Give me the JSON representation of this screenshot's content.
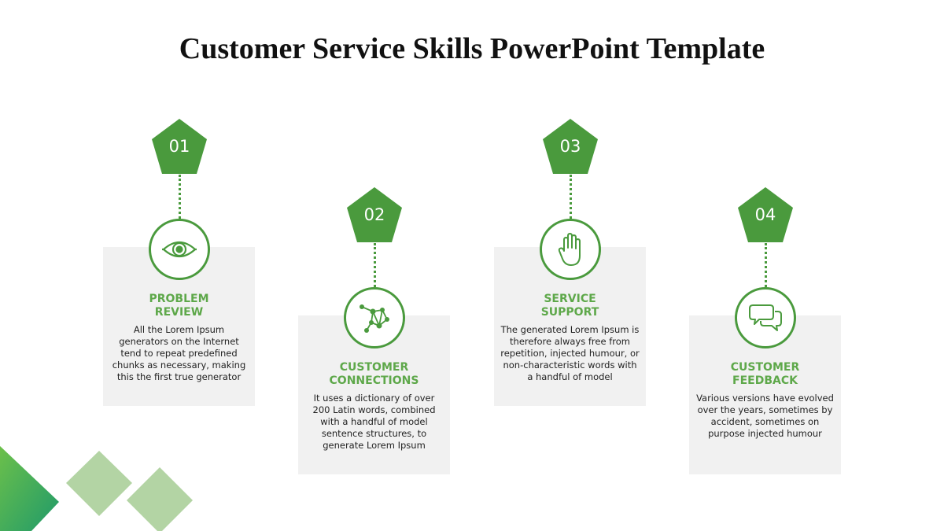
{
  "title": "Customer Service Skills PowerPoint Template",
  "colors": {
    "accent": "#4a9a3d",
    "accent_light": "#5ea84a",
    "card": "#f1f1f1",
    "deco_light": "#b3d4a4"
  },
  "steps": [
    {
      "number": "01",
      "heading_line1": "PROBLEM",
      "heading_line2": "REVIEW",
      "icon": "eye-icon",
      "body": "All the Lorem Ipsum generators on the Internet tend to repeat predefined chunks as necessary, making this the first true generator"
    },
    {
      "number": "02",
      "heading_line1": "CUSTOMER",
      "heading_line2": "CONNECTIONS",
      "icon": "network-icon",
      "body": "It uses a dictionary of over 200 Latin words, combined with a handful of model sentence structures, to generate Lorem Ipsum"
    },
    {
      "number": "03",
      "heading_line1": "SERVICE",
      "heading_line2": "SUPPORT",
      "icon": "hand-icon",
      "body": "The generated Lorem Ipsum is therefore always free from repetition, injected humour, or non-characteristic words with a handful of model"
    },
    {
      "number": "04",
      "heading_line1": "CUSTOMER",
      "heading_line2": "FEEDBACK",
      "icon": "chat-bubbles-icon",
      "body": "Various versions have evolved over the years, sometimes by accident, sometimes on purpose injected humour"
    }
  ]
}
